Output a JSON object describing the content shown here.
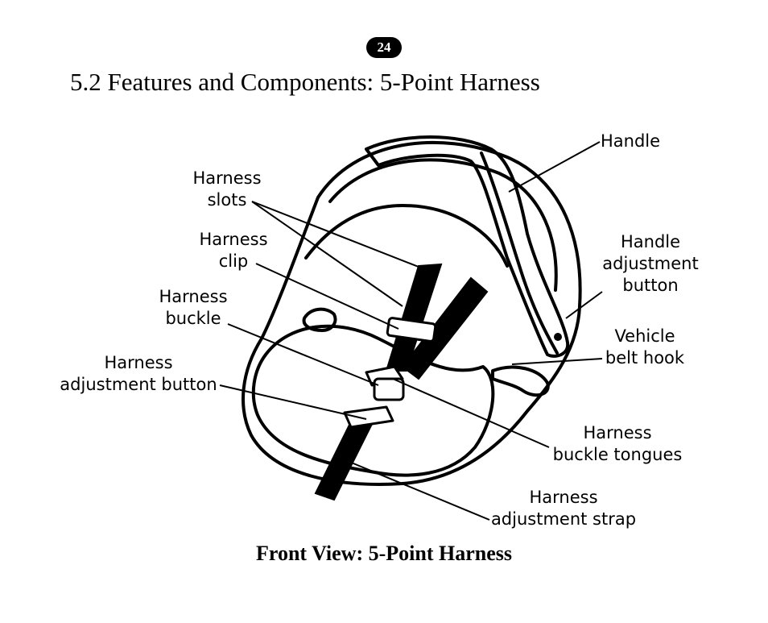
{
  "page": {
    "number": "24",
    "title": "5.2 Features and Components: 5-Point Harness",
    "caption": "Front View: 5-Point Harness"
  },
  "labels": {
    "handle": [
      "Handle"
    ],
    "harness_slots": [
      "Harness",
      "slots"
    ],
    "handle_adjustment_button": [
      "Handle",
      "adjustment",
      "button"
    ],
    "harness_clip": [
      "Harness",
      "clip"
    ],
    "harness_buckle": [
      "Harness",
      "buckle"
    ],
    "vehicle_belt_hook": [
      "Vehicle",
      "belt hook"
    ],
    "harness_adjustment_button": [
      "Harness",
      "adjustment button"
    ],
    "harness_buckle_tongues": [
      "Harness",
      "buckle tongues"
    ],
    "harness_adjustment_strap": [
      "Harness",
      "adjustment strap"
    ]
  },
  "illustration": {
    "subject": "infant car seat",
    "colors": {
      "ink": "#000000",
      "paper": "#ffffff"
    }
  }
}
